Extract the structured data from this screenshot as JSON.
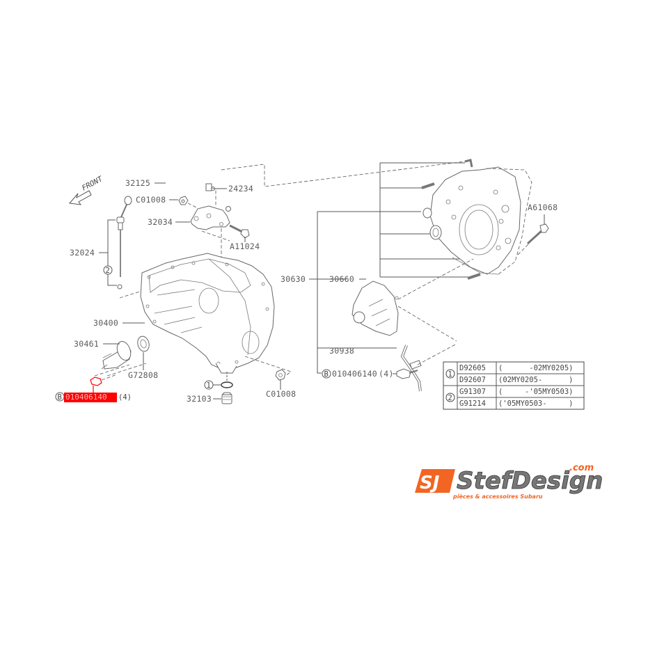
{
  "diagram": {
    "front_label": "FRONT",
    "labels": {
      "p32125": "32125",
      "p24234": "24234",
      "pC01008_top": "C01008",
      "p32034": "32034",
      "pA11024": "A11024",
      "p32024": "32024",
      "p30400": "30400",
      "p30461": "30461",
      "pG72808": "G72808",
      "p010406140_left": "010406140",
      "p010406140_left_qty": "(4)",
      "p32103": "32103",
      "pC01008_bottom": "C01008",
      "p30630": "30630",
      "p30660": "30660",
      "p30938": "30938",
      "p010406140_right": "010406140",
      "p010406140_right_qty": "(4)",
      "pA61068": "A61068"
    },
    "callouts": {
      "circle1": "1",
      "circle2": "2",
      "circleB": "B"
    },
    "highlight_color": "#ff0000",
    "table": {
      "groups": [
        {
          "ref": "1",
          "rows": [
            {
              "part": "D92605",
              "range": "(      -02MY0205)"
            },
            {
              "part": "D92607",
              "range": "(02MY0205-      )"
            }
          ]
        },
        {
          "ref": "2",
          "rows": [
            {
              "part": "G91307",
              "range": "(     -'05MY0503)"
            },
            {
              "part": "G91214",
              "range": "('05MY0503-     )"
            }
          ]
        }
      ]
    }
  },
  "logo": {
    "mark": "SJ",
    "brand": "StefDesign",
    "tld": ".com",
    "tagline": "pièces & accessoires Subaru",
    "brand_color": "#f26522"
  }
}
